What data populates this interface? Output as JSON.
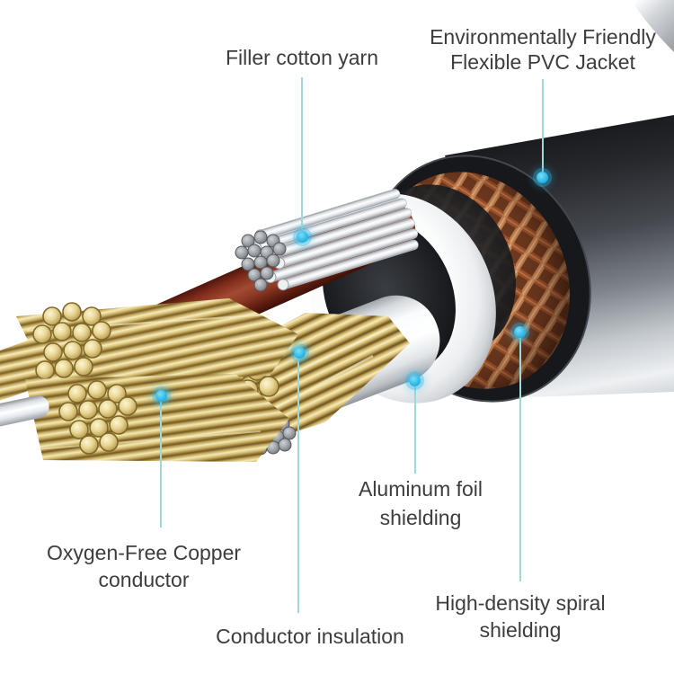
{
  "figure": {
    "kind": "cable cutaway annotated diagram",
    "background": "#ffffff"
  },
  "callouts": {
    "filler_cotton_yarn": {
      "label": "Filler cotton yarn"
    },
    "pvc_jacket": {
      "line1": "Environmentally Friendly",
      "line2": "Flexible PVC Jacket"
    },
    "aluminum_foil": {
      "line1": "Aluminum foil",
      "line2": "shielding"
    },
    "spiral_shielding": {
      "line1": "High-density spiral",
      "line2": "shielding"
    },
    "copper_conductor": {
      "line1": "Oxygen-Free Copper",
      "line2": "conductor"
    },
    "conductor_insulation": {
      "label": "Conductor insulation"
    }
  },
  "style": {
    "text_color": "#3d3d3d",
    "callout_line_color": "#9ed8da",
    "callout_dot_color": "#29b7e8",
    "jacket_dark_color": "#1a1b1e",
    "jacket_silver_color": "#e8ebed",
    "copper_braid_color": "#b06a3e",
    "inner_sheath_color": "#f4f5f7",
    "red_wire_color": "#8c3a26",
    "copper_strand_color": "#e9d795",
    "steel_strand_color": "#8d9094"
  }
}
